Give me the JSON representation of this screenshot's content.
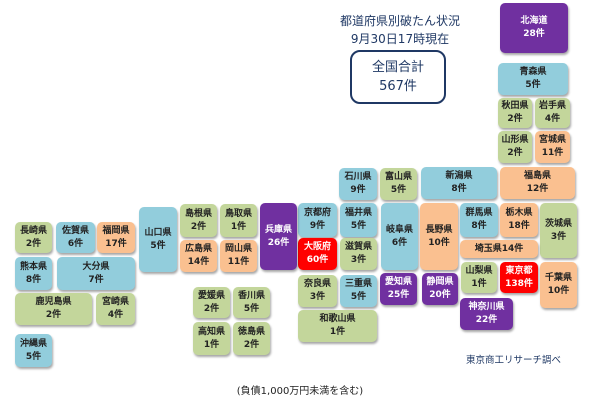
{
  "header": {
    "title": "都道府県別破たん状況",
    "date": "9月30日17時現在"
  },
  "total": {
    "label": "全国合計",
    "value": "567件"
  },
  "colors": {
    "green": "#c3d69b",
    "blue": "#92cddc",
    "orange": "#fac090",
    "purple": "#7030a0",
    "red": "#ff0000"
  },
  "prefectures": [
    {
      "name": "北海道",
      "count": "28件"
    },
    {
      "name": "青森県",
      "count": "5件"
    },
    {
      "name": "秋田県",
      "count": "2件"
    },
    {
      "name": "岩手県",
      "count": "4件"
    },
    {
      "name": "山形県",
      "count": "2件"
    },
    {
      "name": "宮城県",
      "count": "11件"
    },
    {
      "name": "福島県",
      "count": "12件"
    },
    {
      "name": "新潟県",
      "count": "8件"
    },
    {
      "name": "石川県",
      "count": "9件"
    },
    {
      "name": "富山県",
      "count": "5件"
    },
    {
      "name": "京都府",
      "count": "9件"
    },
    {
      "name": "福井県",
      "count": "5件"
    },
    {
      "name": "岐阜県",
      "count": "6件"
    },
    {
      "name": "長野県",
      "count": "10件"
    },
    {
      "name": "群馬県",
      "count": "8件"
    },
    {
      "name": "栃木県",
      "count": "18件"
    },
    {
      "name": "茨城県",
      "count": "3件"
    },
    {
      "name": "埼玉県",
      "count": "14件"
    },
    {
      "name": "山梨県",
      "count": "1件"
    },
    {
      "name": "東京都",
      "count": "138件"
    },
    {
      "name": "千葉県",
      "count": "10件"
    },
    {
      "name": "大阪府",
      "count": "60件"
    },
    {
      "name": "滋賀県",
      "count": "3件"
    },
    {
      "name": "奈良県",
      "count": "3件"
    },
    {
      "name": "三重県",
      "count": "5件"
    },
    {
      "name": "愛知県",
      "count": "25件"
    },
    {
      "name": "静岡県",
      "count": "20件"
    },
    {
      "name": "神奈川県",
      "count": "22件"
    },
    {
      "name": "和歌山県",
      "count": "1件"
    },
    {
      "name": "兵庫県",
      "count": "26件"
    },
    {
      "name": "島根県",
      "count": "2件"
    },
    {
      "name": "鳥取県",
      "count": "1件"
    },
    {
      "name": "広島県",
      "count": "14件"
    },
    {
      "name": "岡山県",
      "count": "11件"
    },
    {
      "name": "山口県",
      "count": "5件"
    },
    {
      "name": "愛媛県",
      "count": "2件"
    },
    {
      "name": "香川県",
      "count": "5件"
    },
    {
      "name": "高知県",
      "count": "1件"
    },
    {
      "name": "徳島県",
      "count": "2件"
    },
    {
      "name": "長崎県",
      "count": "2件"
    },
    {
      "name": "佐賀県",
      "count": "6件"
    },
    {
      "name": "福岡県",
      "count": "17件"
    },
    {
      "name": "熊本県",
      "count": "8件"
    },
    {
      "name": "大分県",
      "count": "7件"
    },
    {
      "name": "鹿児島県",
      "count": "2件"
    },
    {
      "name": "宮崎県",
      "count": "4件"
    },
    {
      "name": "沖縄県",
      "count": "5件"
    }
  ],
  "footer": {
    "credit": "東京商工リサーチ調べ",
    "note": "(負債1,000万円未満を含む)"
  }
}
